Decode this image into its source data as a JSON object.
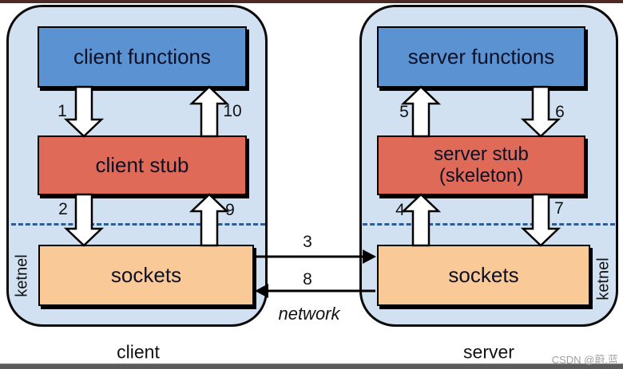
{
  "client": {
    "panel_label": "client",
    "kernel_label": "ketnel",
    "functions_box": "client functions",
    "stub_box": "client stub",
    "sockets_box": "sockets",
    "arrows": {
      "n1": "1",
      "n2": "2",
      "n9": "9",
      "n10": "10"
    }
  },
  "server": {
    "panel_label": "server",
    "kernel_label": "ketnel",
    "functions_box": "server functions",
    "stub_box_line1": "server stub",
    "stub_box_line2": "(skeleton)",
    "sockets_box": "sockets",
    "arrows": {
      "n4": "4",
      "n5": "5",
      "n6": "6",
      "n7": "7"
    }
  },
  "network": {
    "label": "network",
    "arrows": {
      "n3": "3",
      "n8": "8"
    }
  },
  "watermark": "CSDN @蔚.蓝",
  "colors": {
    "panel_fill": "#d2e1f2",
    "functions_fill": "#5b92d2",
    "stub_fill": "#de6a57",
    "sockets_fill": "#f9c997",
    "dashed_line": "#2d5d93",
    "arrow_fill": "#ffffff",
    "arrow_outline": "#000000",
    "top_strip": "#4d2a26",
    "bottom_strip": "#5b5b5b",
    "watermark_color": "#9e9e9e"
  }
}
